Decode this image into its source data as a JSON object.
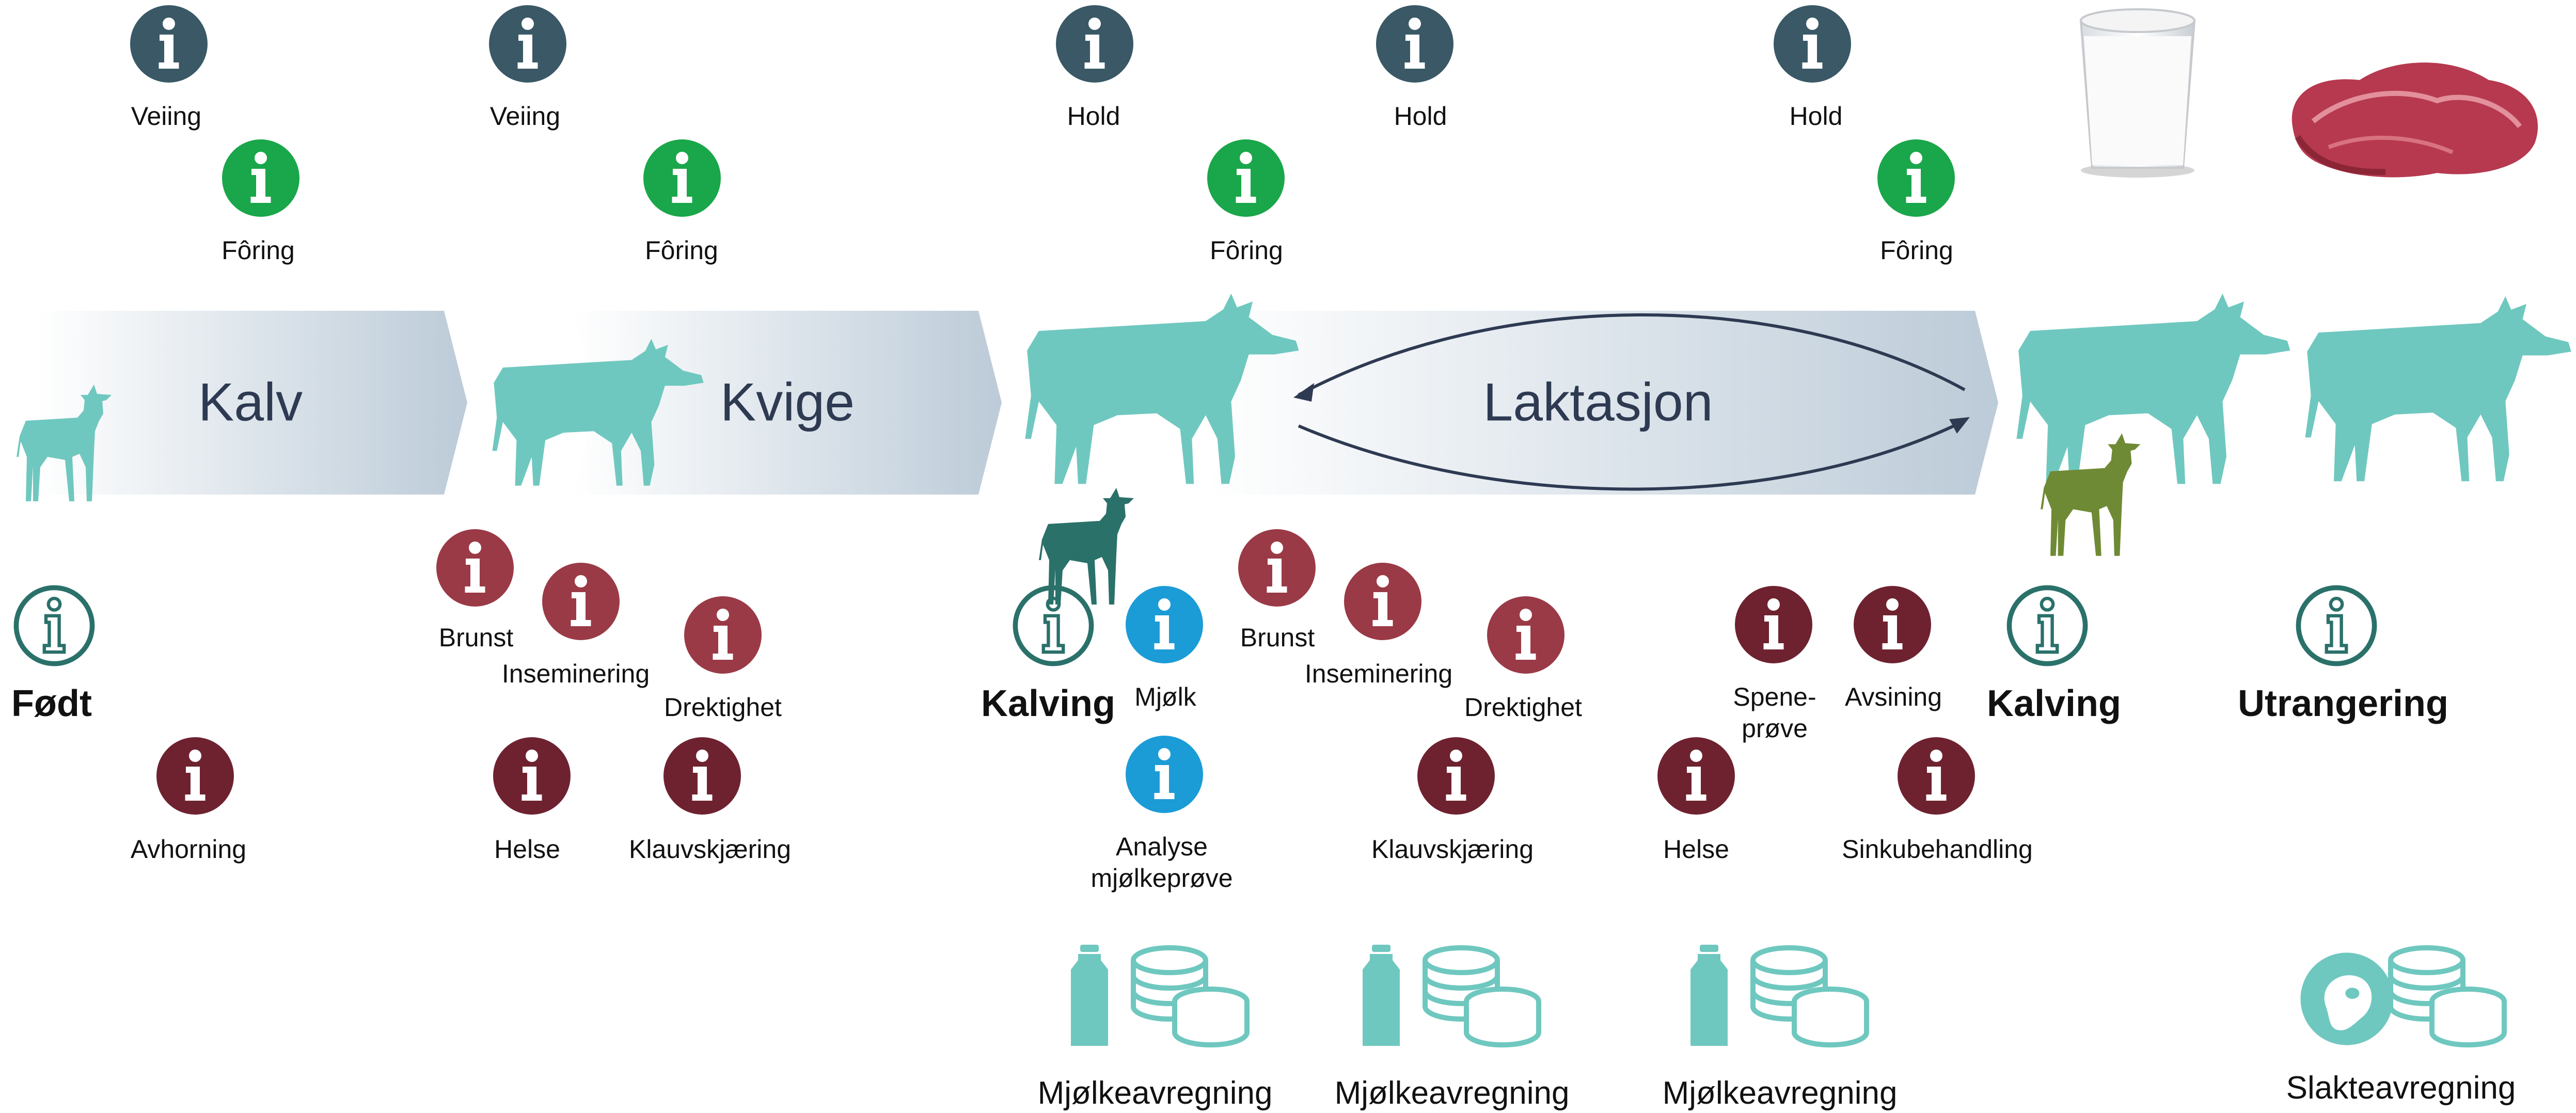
{
  "phases": {
    "kalv": "Kalv",
    "kvige": "Kvige",
    "laktasjon": "Laktasjon"
  },
  "top": {
    "veiing_1": "Veiing",
    "veiing_2": "Veiing",
    "foring_1": "Fôring",
    "foring_2": "Fôring",
    "foring_3": "Fôring",
    "foring_4": "Fôring",
    "hold_1": "Hold",
    "hold_2": "Hold",
    "hold_3": "Hold"
  },
  "events": {
    "fodt": "Født",
    "kalving_1": "Kalving",
    "kalving_2": "Kalving",
    "utrangering": "Utrangering"
  },
  "bottom": {
    "avhorning": "Avhorning",
    "brunst_1": "Brunst",
    "inseminering_1": "Inseminering",
    "drektighet_1": "Drektighet",
    "helse_1": "Helse",
    "klauv_1": "Klauvskjæring",
    "mjolk": "Mjølk",
    "analyse_1": "Analyse",
    "analyse_2": "mjølkeprøve",
    "brunst_2": "Brunst",
    "inseminering_2": "Inseminering",
    "drektighet_2": "Drektighet",
    "klauv_2": "Klauvskjæring",
    "speneprove_1": "Spene-",
    "speneprove_2": "prøve",
    "avsining": "Avsining",
    "helse_2": "Helse",
    "sinku": "Sinkubehandling"
  },
  "payments": {
    "mjolk_1": "Mjølkeavregning",
    "mjolk_2": "Mjølkeavregning",
    "mjolk_3": "Mjølkeavregning",
    "slakt": "Slakteavregning"
  },
  "colors": {
    "teal": "#6fc8bf",
    "dark_teal": "#2a716a",
    "olive": "#6f8a34",
    "info_slate": "#3a5866",
    "info_green": "#1aa64a",
    "info_blue": "#1b9cd6",
    "info_red": "#9a3a46",
    "info_maroon": "#6e2230",
    "arrow_band": "#c4d2de"
  }
}
